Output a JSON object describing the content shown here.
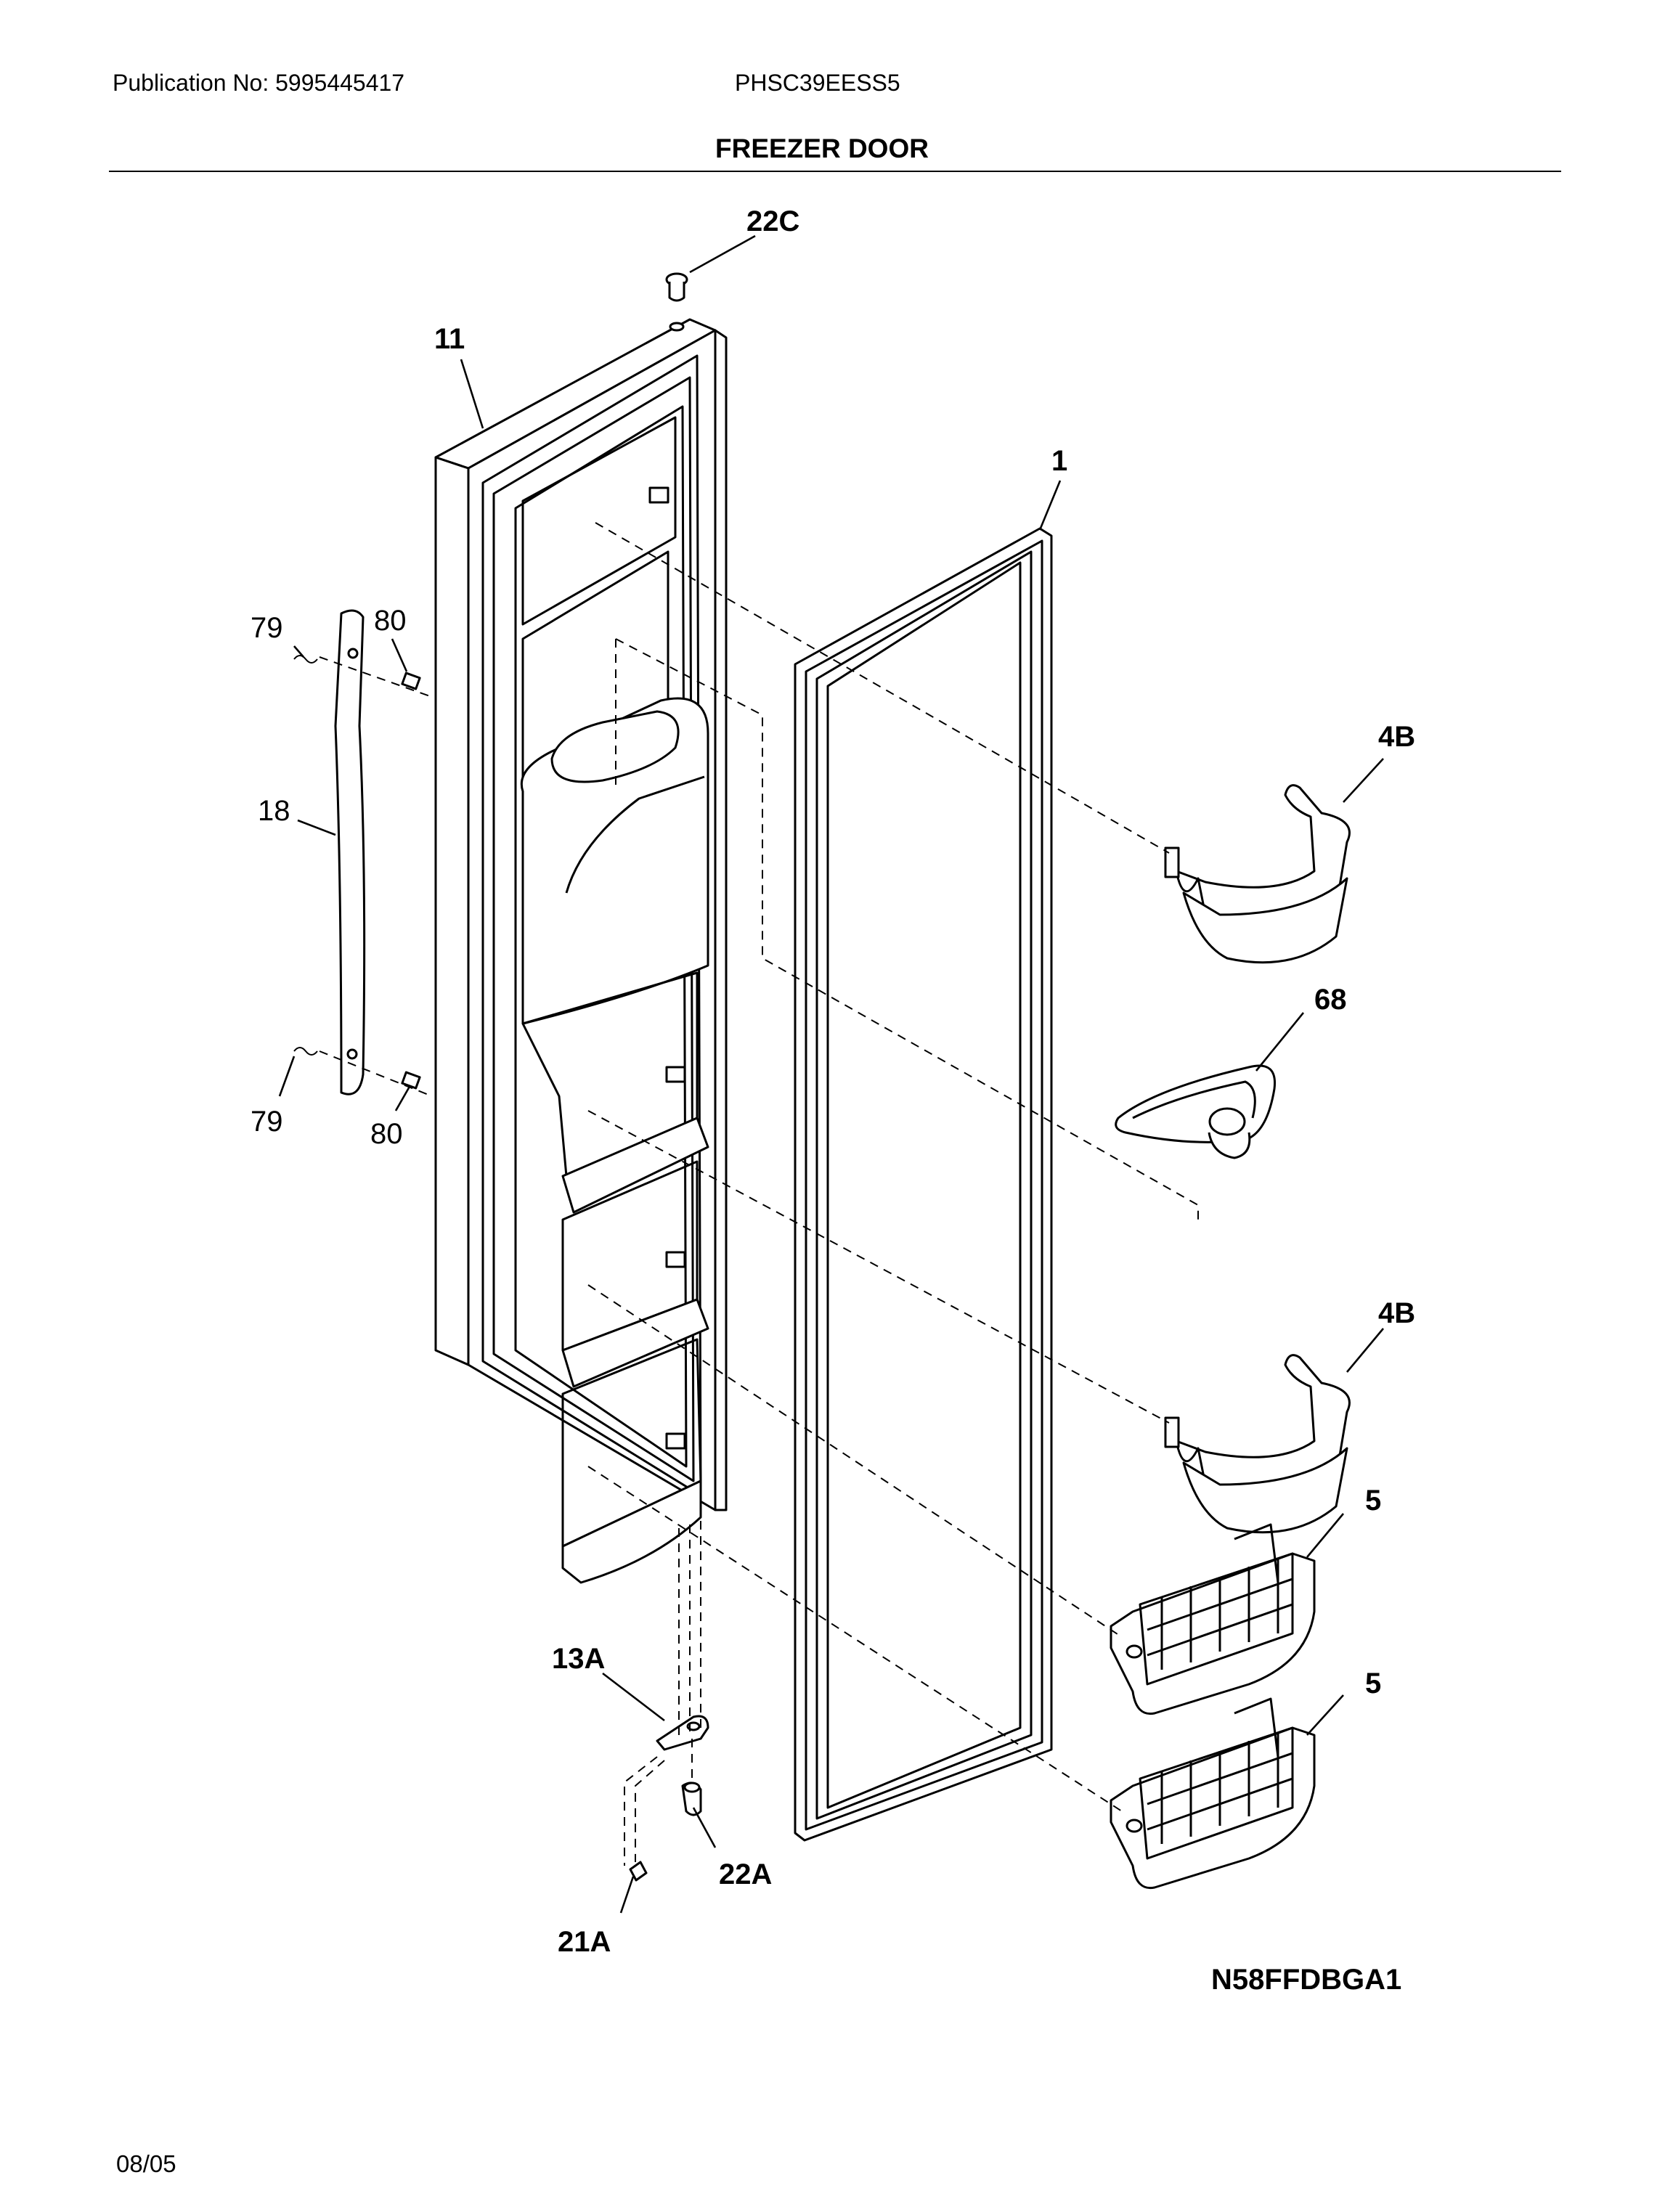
{
  "header": {
    "publication": "Publication No: 5995445417",
    "model": "PHSC39EESS5",
    "title": "FREEZER DOOR"
  },
  "diagram_code": "N58FFDBGA1",
  "footer": {
    "date": "08/05"
  },
  "callouts": {
    "c22C": "22C",
    "c11": "11",
    "c1": "1",
    "c79a": "79",
    "c80a": "80",
    "c18": "18",
    "c79b": "79",
    "c80b": "80",
    "c4Ba": "4B",
    "c68": "68",
    "c4Bb": "4B",
    "c5a": "5",
    "c5b": "5",
    "c13A": "13A",
    "c22A": "22A",
    "c21A": "21A"
  }
}
